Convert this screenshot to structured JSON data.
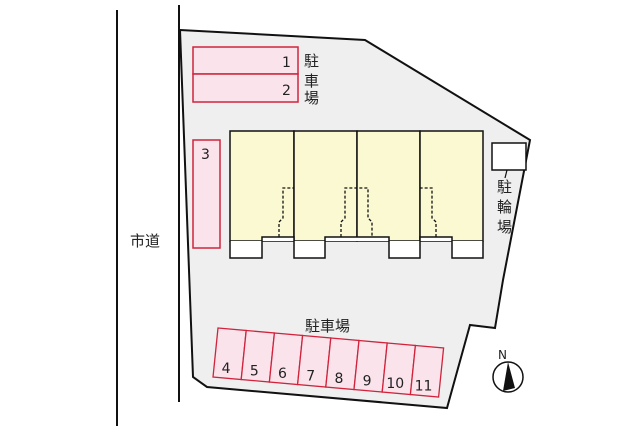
{
  "road_label": "市道",
  "parking_top_label": [
    "駐",
    "車",
    "場"
  ],
  "parking_bottom_label": "駐車場",
  "bicycle_label": [
    "駐",
    "輪",
    "場"
  ],
  "spaces": [
    "1",
    "2",
    "3",
    "4",
    "5",
    "6",
    "7",
    "8",
    "9",
    "10",
    "11"
  ],
  "compass_label": "N",
  "colors": {
    "lot": "#efeff0",
    "parking_fill": "#fbe3ec",
    "parking_stroke": "#d0243c",
    "building": "#fbf9d2"
  }
}
